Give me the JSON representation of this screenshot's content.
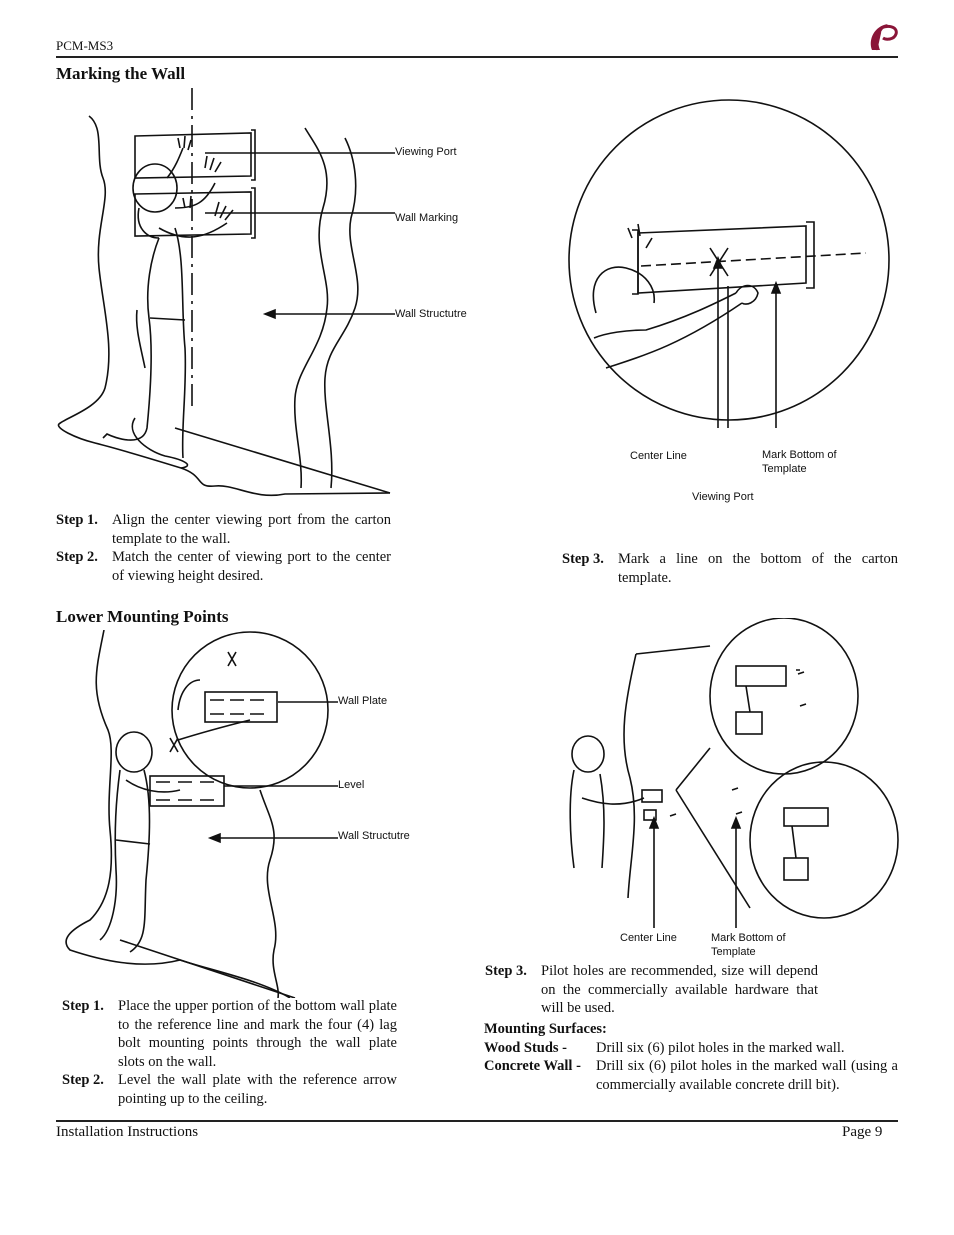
{
  "header": {
    "model": "PCM-MS3",
    "logo_icon": "crescent-p-logo",
    "logo_color": "#8a1538"
  },
  "sections": {
    "marking": {
      "title": "Marking the Wall",
      "fig1_labels": {
        "viewing_port": "Viewing Port",
        "wall_marking": "Wall Marking",
        "wall_structure": "Wall Structutre"
      },
      "fig2_labels": {
        "center_line": "Center Line",
        "mark_bottom": "Mark Bottom of\nTemplate",
        "viewing_port": "Viewing Port"
      },
      "left_steps": [
        {
          "key": "Step 1.",
          "text": "Align the center viewing port from the carton template to the wall."
        },
        {
          "key": "Step 2.",
          "text": "Match the center of viewing port to the center of viewing height desired."
        }
      ],
      "right_steps": [
        {
          "key": "Step 3.",
          "text": "Mark a line on the bottom of the carton template."
        }
      ]
    },
    "lower": {
      "title": "Lower Mounting Points",
      "fig3_labels": {
        "wall_plate": "Wall Plate",
        "level": "Level",
        "wall_structure": "Wall Structutre"
      },
      "fig4_labels": {
        "center_line": "Center Line",
        "mark_bottom": "Mark Bottom of\nTemplate"
      },
      "left_steps": [
        {
          "key": "Step 1.",
          "text": "Place the upper portion of the bottom wall plate to the reference line and mark the four (4) lag bolt mounting points through the wall plate slots on the wall."
        },
        {
          "key": "Step 2.",
          "text": "Level the wall plate with the reference arrow pointing up to the ceiling."
        }
      ],
      "right_steps": [
        {
          "key": "Step 3.",
          "text": "Pilot holes are recommended, size will depend on the commercially available hardware that will be used."
        }
      ],
      "mounting": {
        "title": "Mounting Surfaces:",
        "items": [
          {
            "key": "Wood Studs -",
            "text": "Drill six (6) pilot holes in the marked wall."
          },
          {
            "key": "Concrete Wall -",
            "text": "Drill six (6) pilot holes in the marked wall (using a commercially available concrete drill bit)."
          }
        ]
      }
    }
  },
  "footer": {
    "left": "Installation Instructions",
    "right": "Page 9"
  }
}
